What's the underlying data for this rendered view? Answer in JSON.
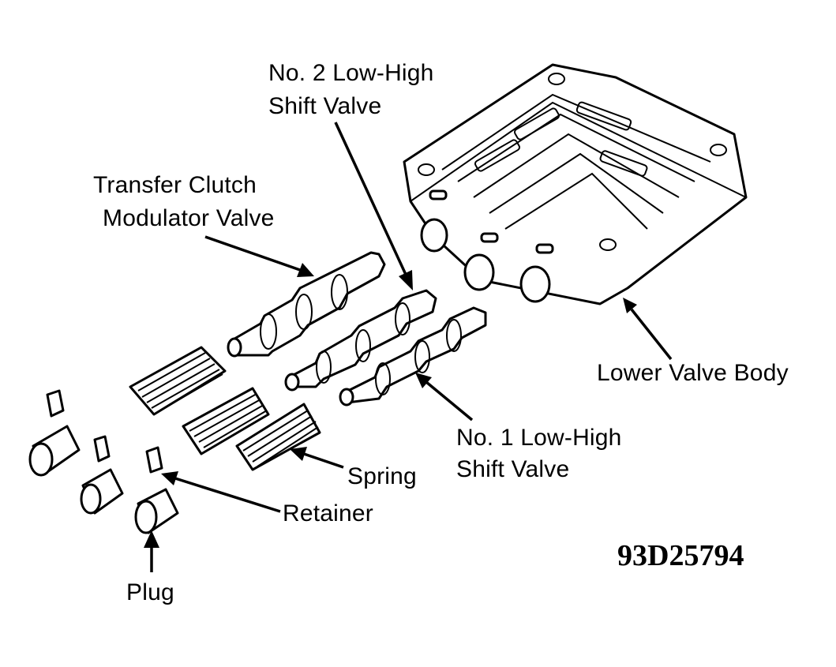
{
  "labels": {
    "no2_line1": "No. 2 Low-High",
    "no2_line2": "Shift Valve",
    "transfer_line1": "Transfer Clutch",
    "transfer_line2": "Modulator Valve",
    "lower_valve_body": "Lower Valve Body",
    "no1_line1": "No. 1 Low-High",
    "no1_line2": "Shift Valve",
    "spring": "Spring",
    "retainer": "Retainer",
    "plug": "Plug"
  },
  "figure_code": "93D25794"
}
